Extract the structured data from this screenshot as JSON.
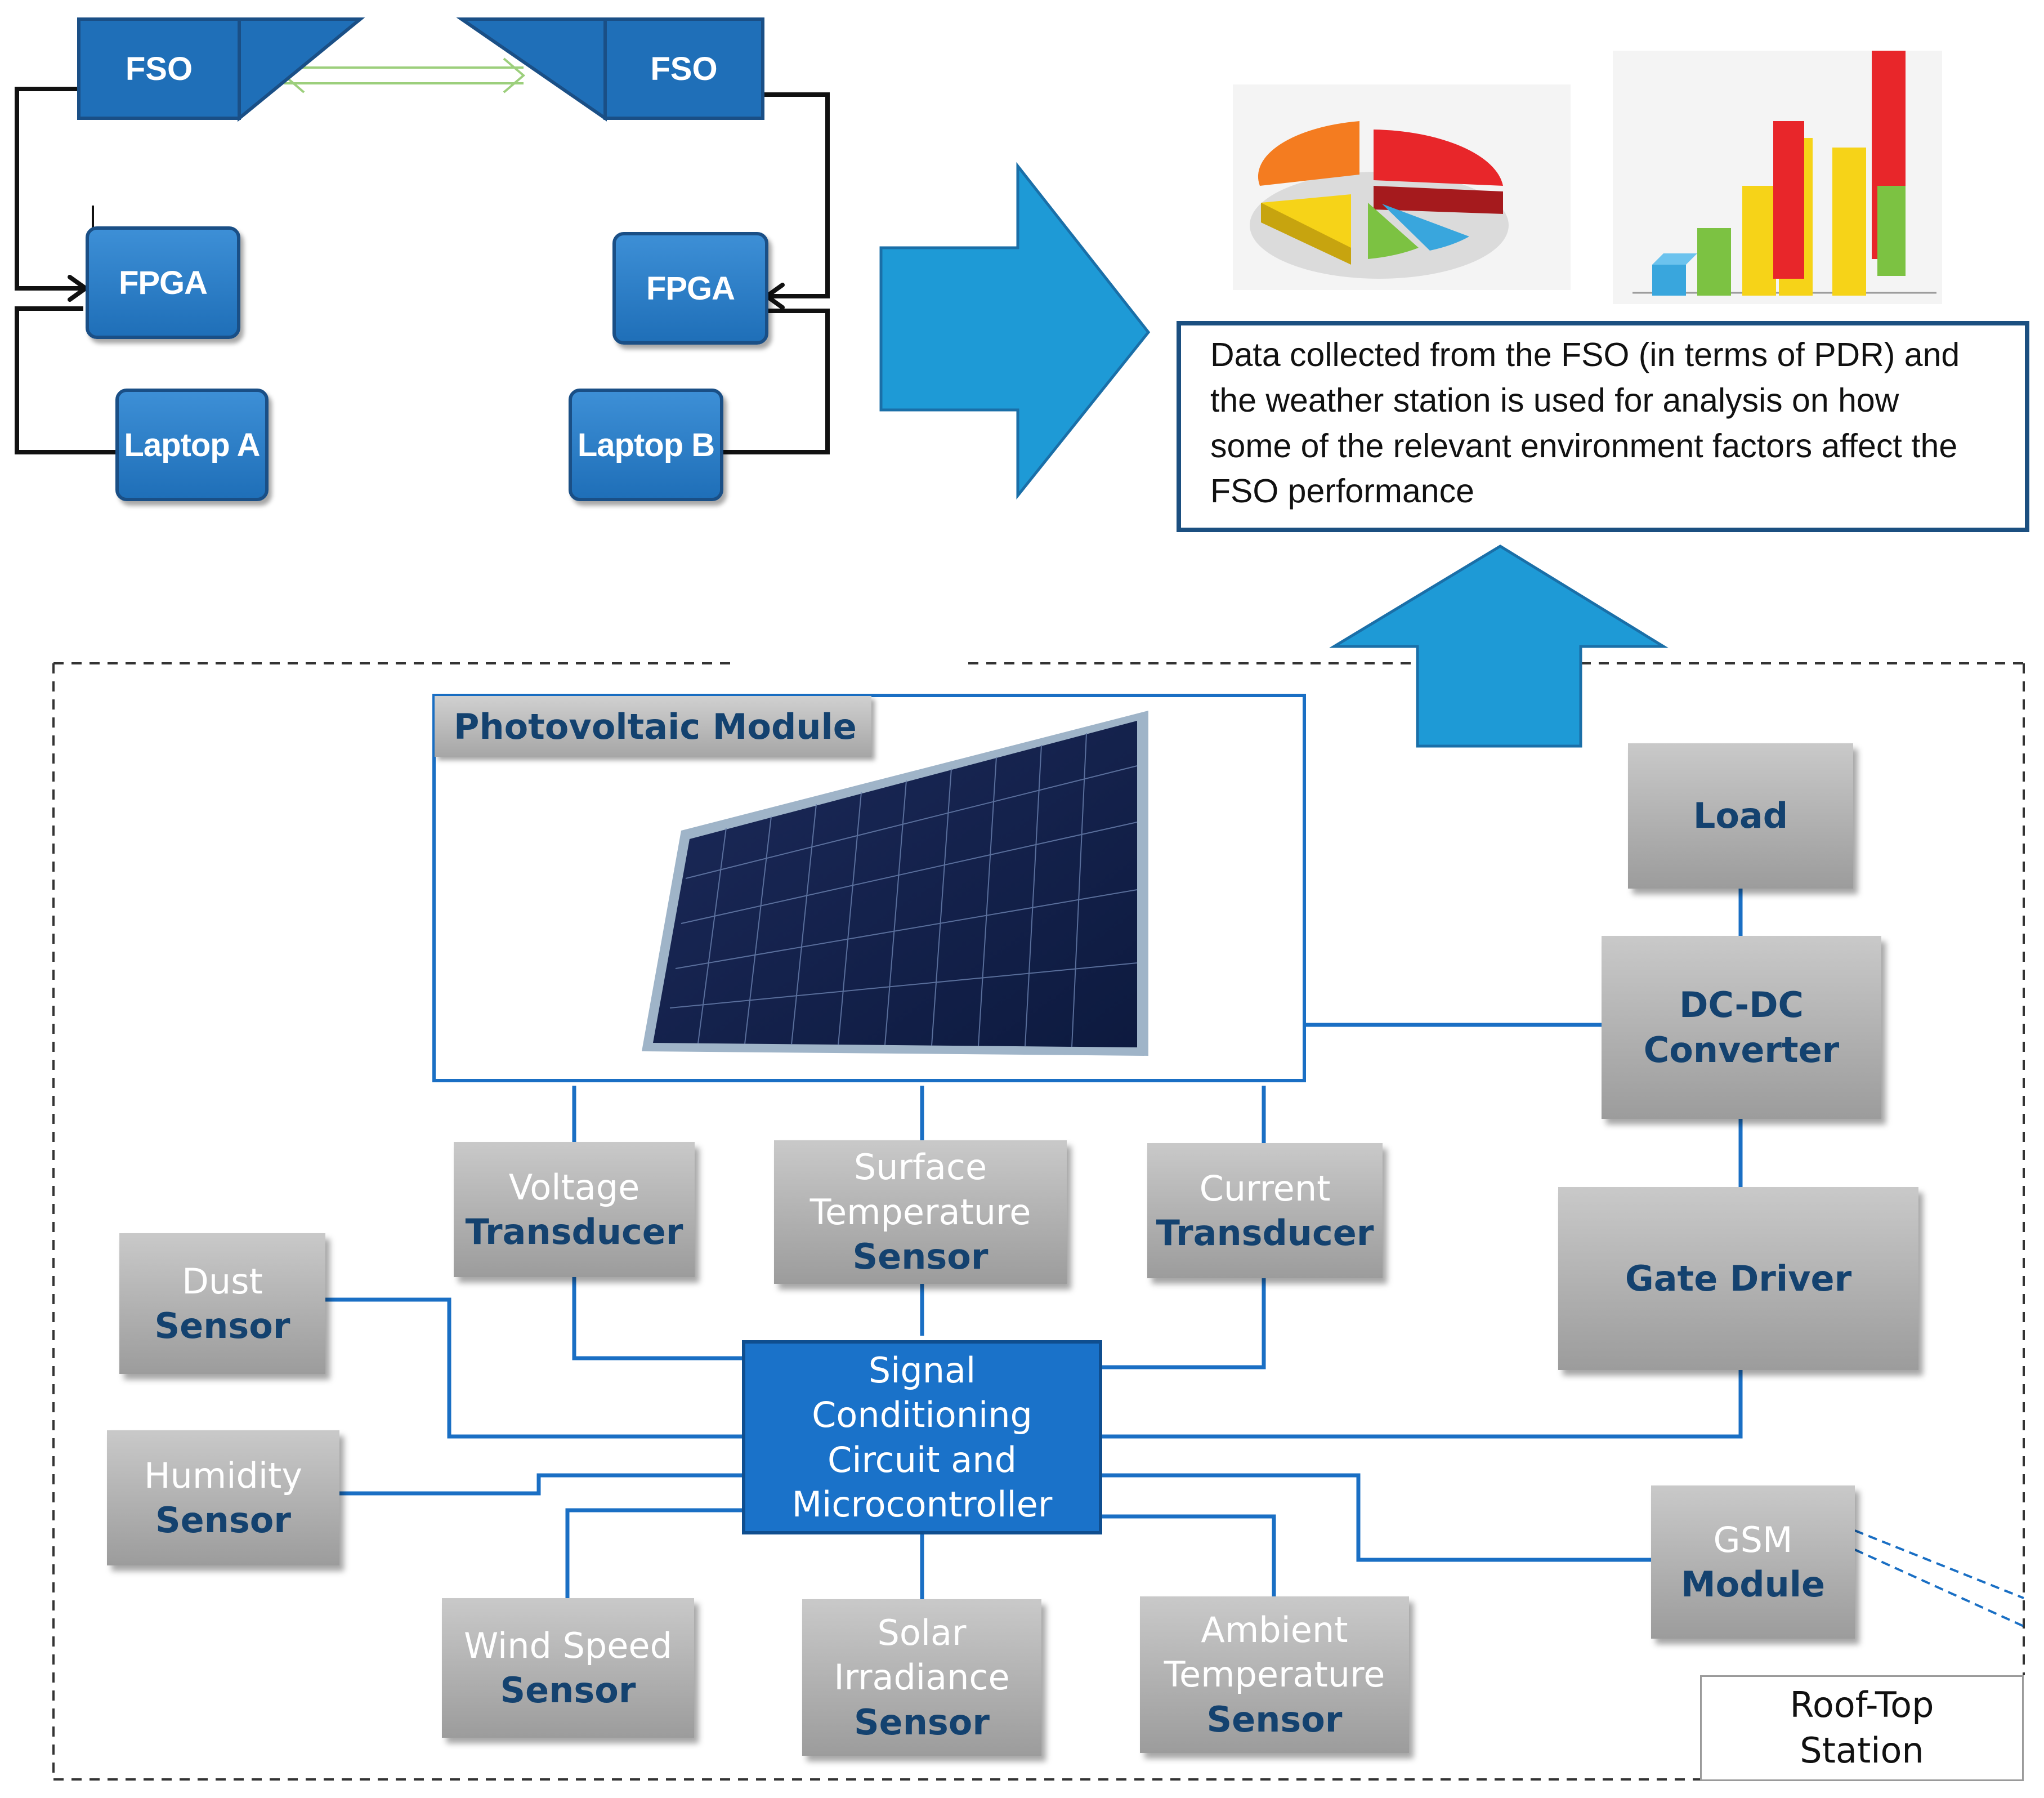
{
  "fso": {
    "left_label": "FSO",
    "right_label": "FSO"
  },
  "fpga": {
    "left_label": "FPGA",
    "right_label": "FPGA"
  },
  "laptops": {
    "a_label": "Laptop A",
    "b_label": "Laptop B"
  },
  "analysis_box": {
    "lines": [
      "Data collected from the FSO (in terms of PDR) and",
      "the weather station is used for analysis on how",
      "some of the relevant environment factors affect the",
      "FSO performance"
    ]
  },
  "pv_module": {
    "label": "Photovoltaic Module"
  },
  "blocks": {
    "load": {
      "line1": "",
      "line2": "Load"
    },
    "dcdc": {
      "line1": "DC-DC",
      "line2": "Converter"
    },
    "gate_driver": {
      "line1": "",
      "line2": "Gate Driver"
    },
    "gsm": {
      "line1": "GSM",
      "line2": "Module"
    },
    "voltage": {
      "line1": "Voltage",
      "line2": "Transducer"
    },
    "surface_temp": {
      "line1": "Surface",
      "line1b": "Temperature",
      "line2": "Sensor"
    },
    "current": {
      "line1": "Current",
      "line2": "Transducer"
    },
    "dust": {
      "line1": "Dust",
      "line2": "Sensor"
    },
    "humidity": {
      "line1": "Humidity",
      "line2": "Sensor"
    },
    "wind": {
      "line1": "Wind Speed",
      "line2": "Sensor"
    },
    "solar": {
      "line1": "Solar",
      "line1b": "Irradiance",
      "line2": "Sensor"
    },
    "ambient": {
      "line1": "Ambient",
      "line1b": "Temperature",
      "line2": "Sensor"
    }
  },
  "controller": {
    "lines": [
      "Signal",
      "Conditioning",
      "Circuit and",
      "Microcontroller"
    ]
  },
  "station": {
    "line1": "Roof-Top",
    "line2": "Station"
  },
  "colors": {
    "node_blue": "#1f6fb8",
    "arrow_blue": "#1e9ad6",
    "box_gray": "#a9a9a9",
    "label_navy": "#14426f",
    "wire_blue": "#1a6fc4",
    "pie_slices": [
      "#e8262a",
      "#f47c20",
      "#f6d318",
      "#7cc242",
      "#39a6dd"
    ],
    "bar_colors": [
      "#39a6dd",
      "#7cc242",
      "#f6d318",
      "#f6d318",
      "#e8262a",
      "#f6d318",
      "#7cc242",
      "#e8262a"
    ]
  },
  "images": {
    "pie_chart": "3d-pie-chart-icon",
    "bar_chart": "3d-bar-chart-icon",
    "solar_panel": "solar-panel-icon"
  }
}
